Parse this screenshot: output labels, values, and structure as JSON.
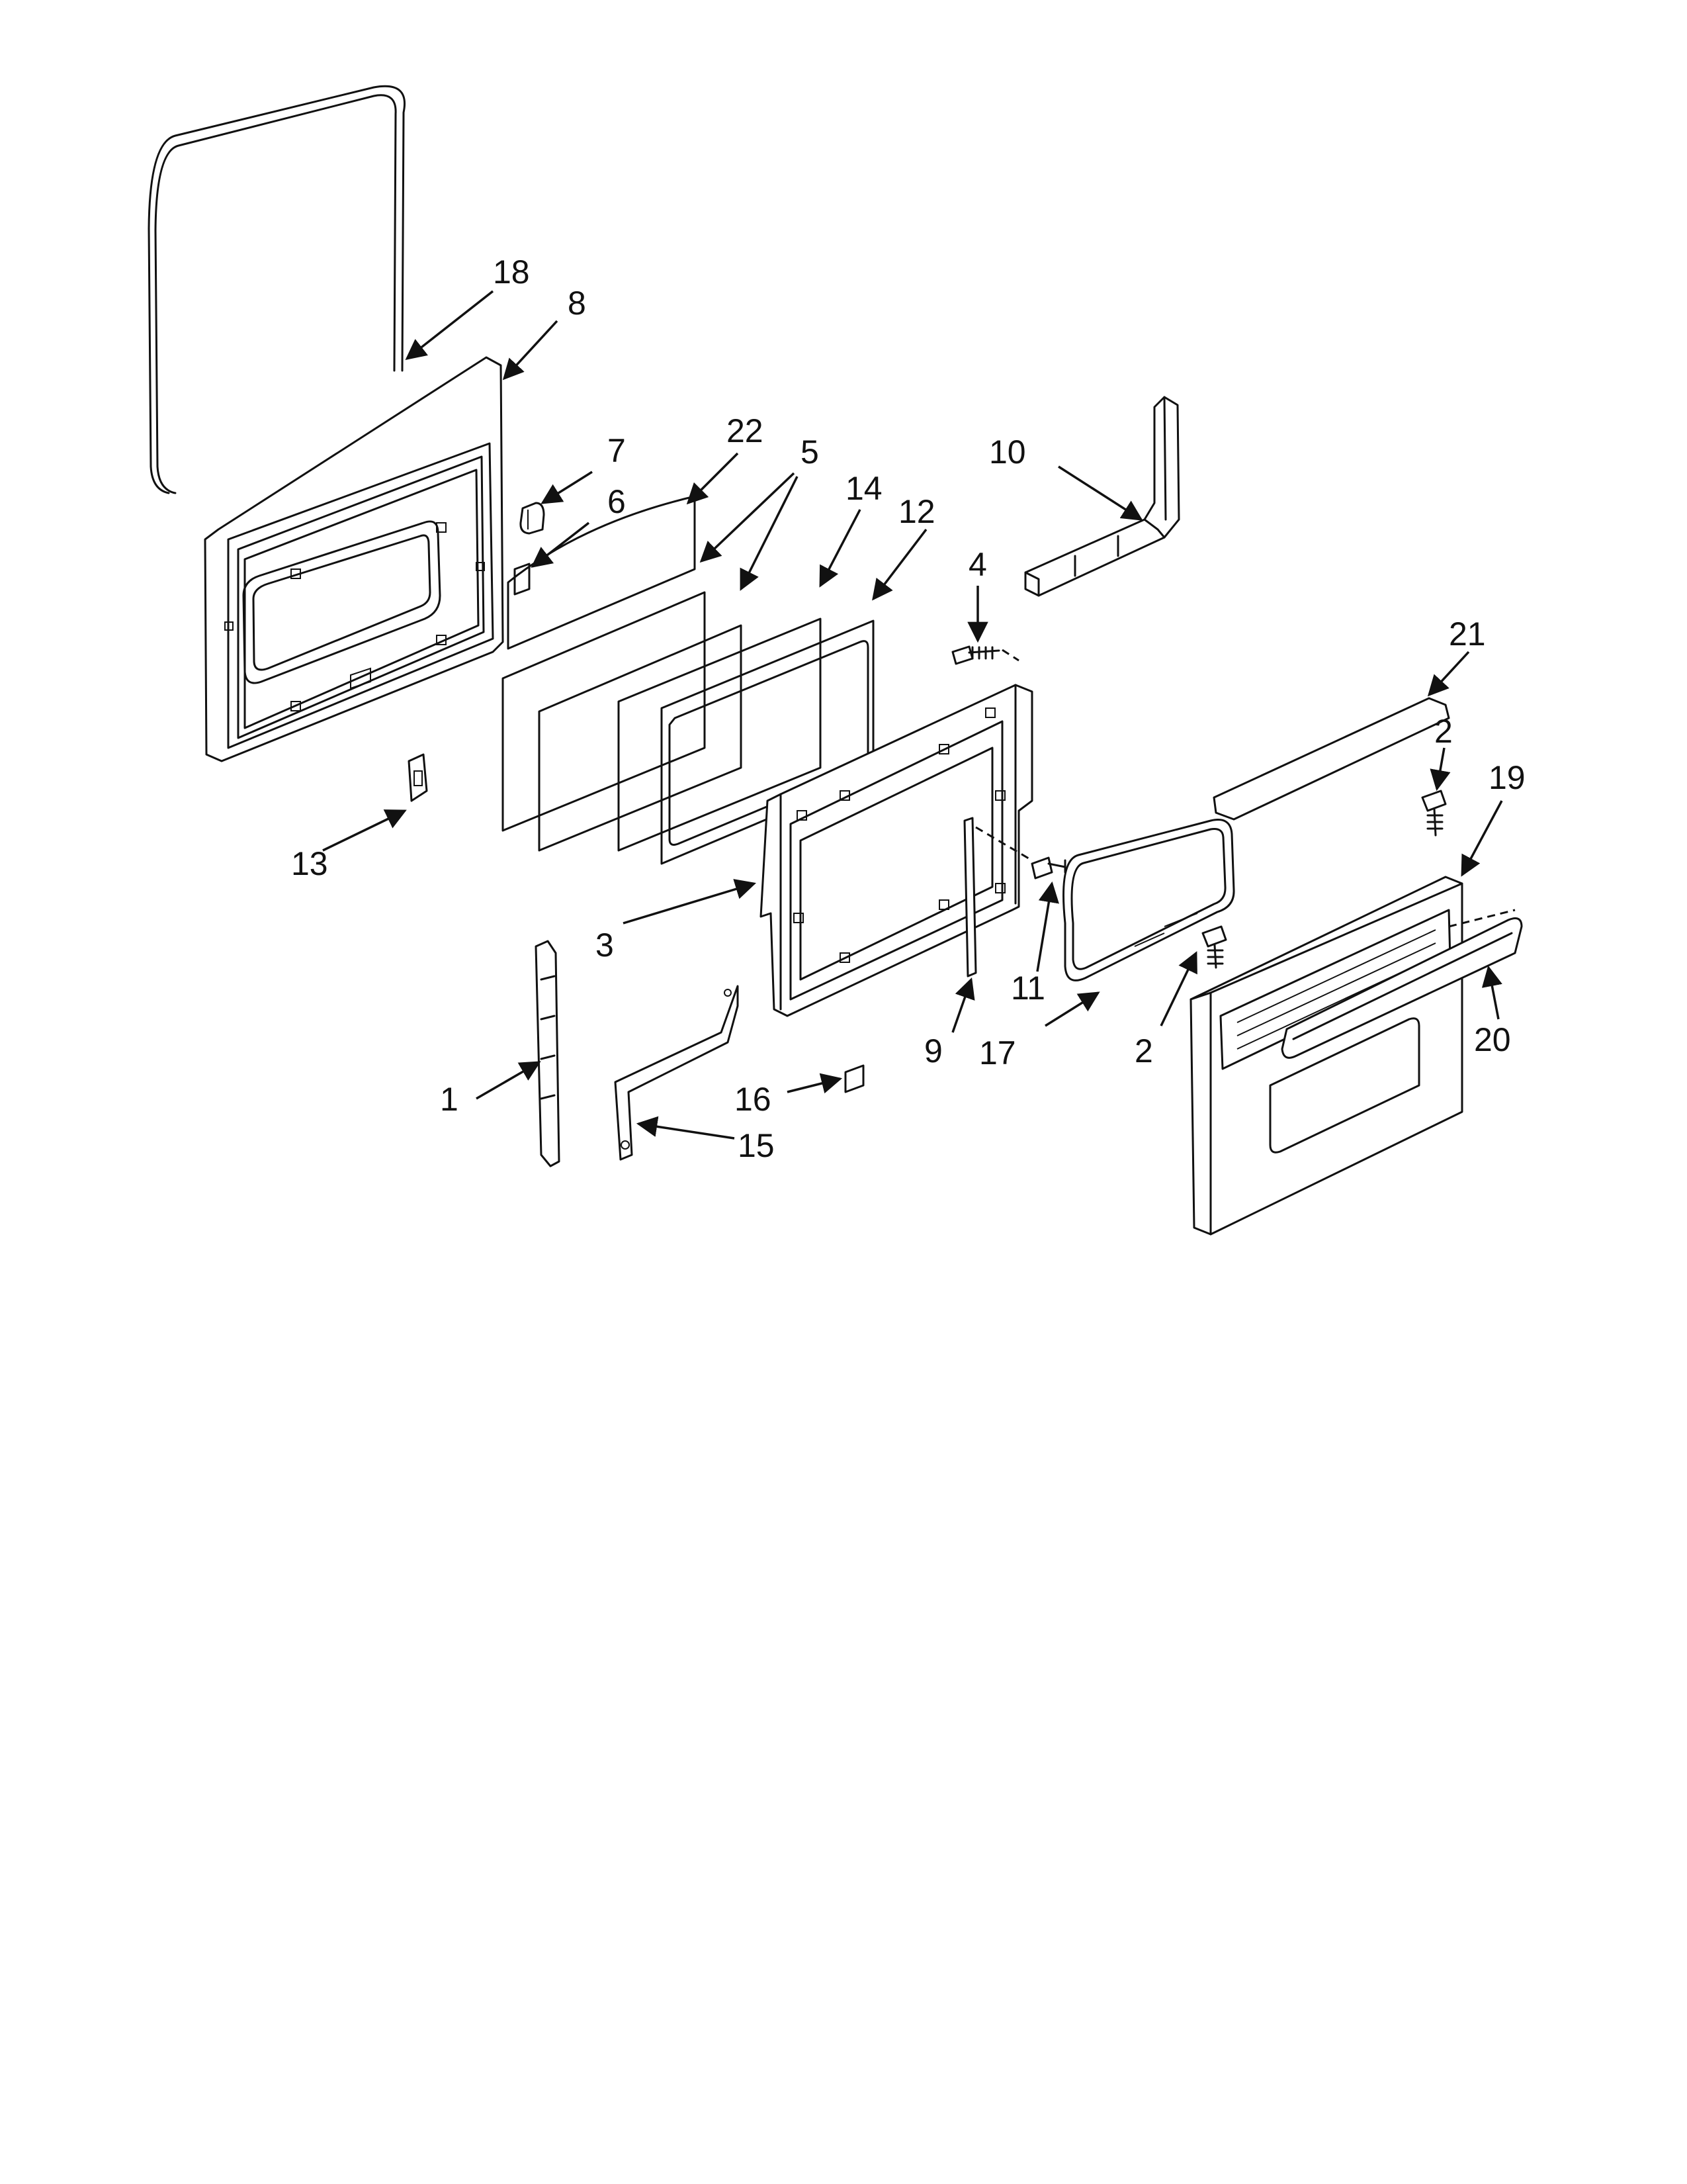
{
  "callouts": {
    "c18": "18",
    "c8": "8",
    "c7": "7",
    "c6": "6",
    "c22": "22",
    "c5": "5",
    "c14": "14",
    "c12": "12",
    "c10": "10",
    "c4": "4",
    "c21": "21",
    "c2a": "2",
    "c19": "19",
    "c13": "13",
    "c3": "3",
    "c11": "11",
    "c9": "9",
    "c17": "17",
    "c2b": "2",
    "c20": "20",
    "c1": "1",
    "c16": "16",
    "c15": "15"
  },
  "colors": {
    "line": "#111111",
    "background": "#ffffff"
  }
}
